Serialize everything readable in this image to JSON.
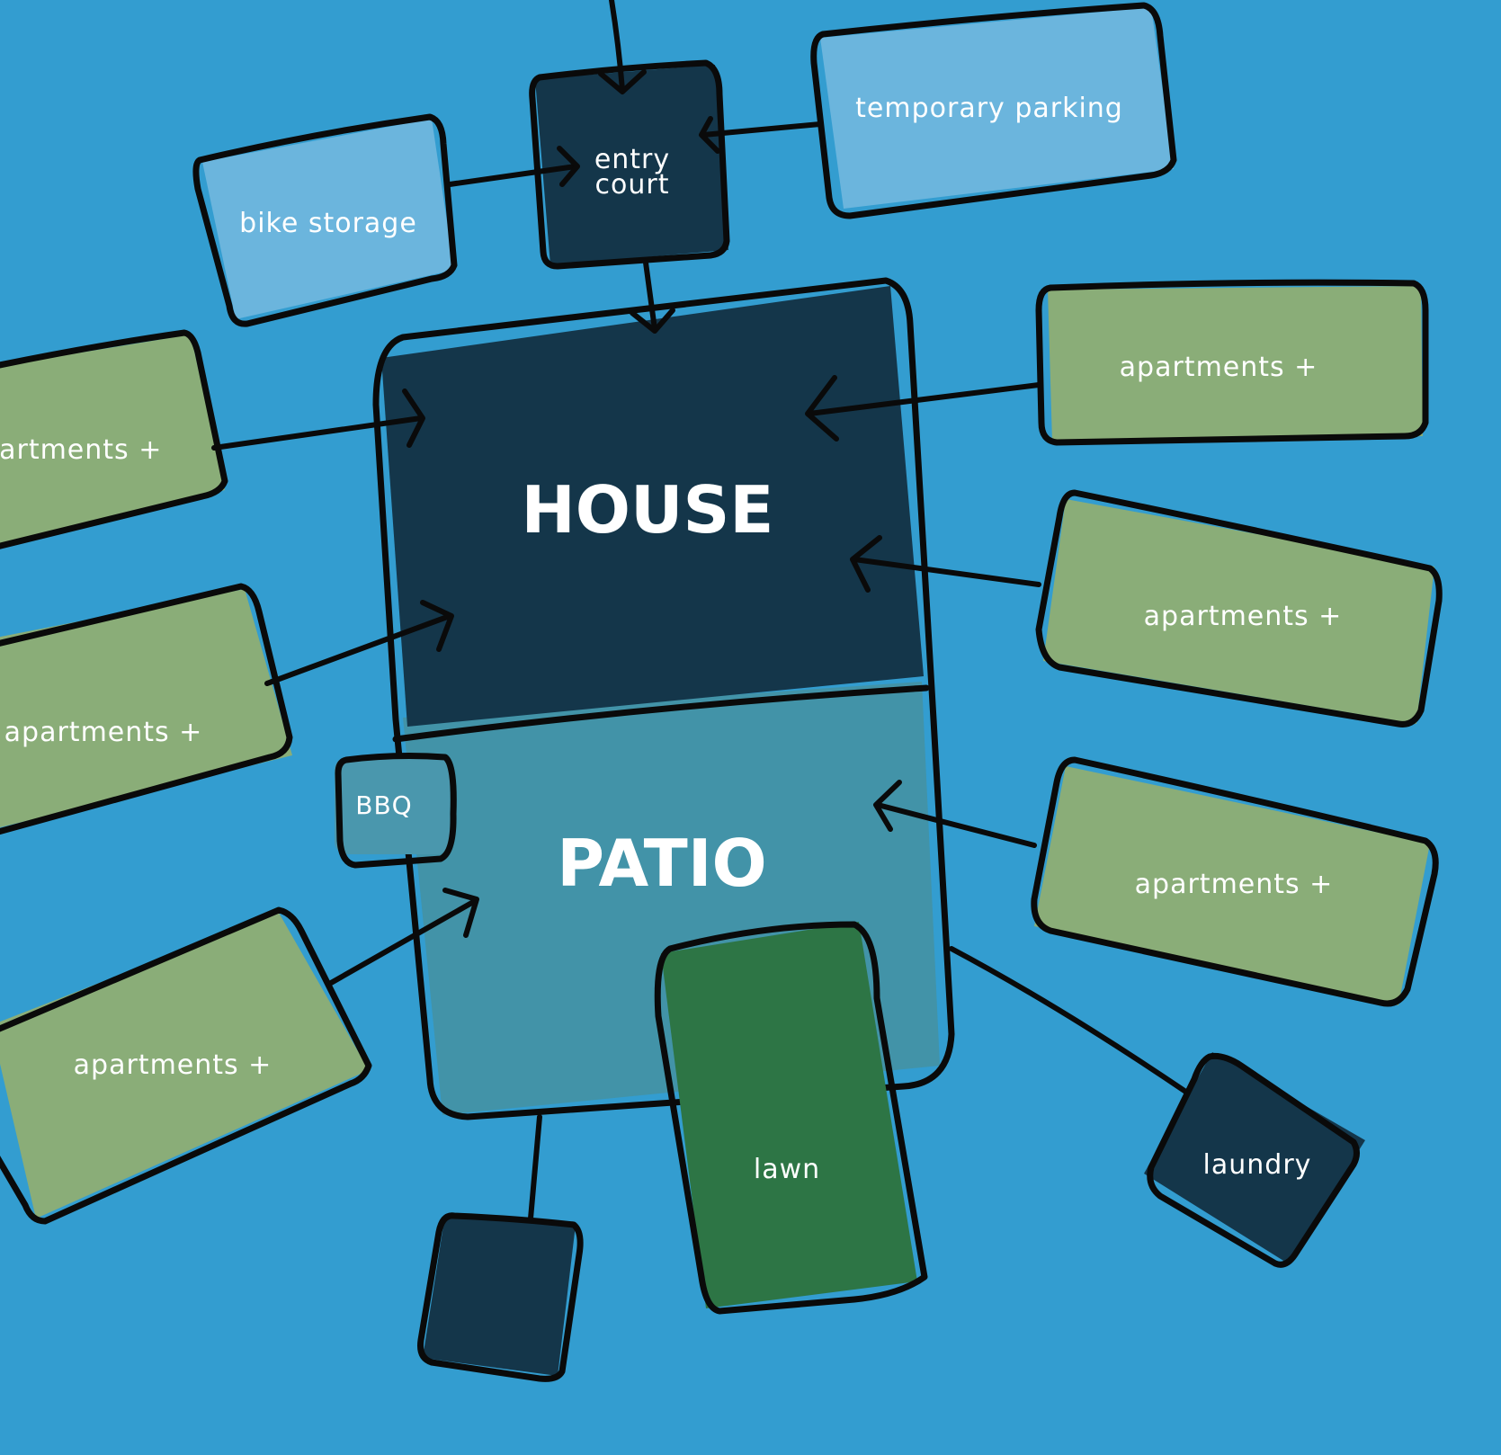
{
  "diagram": {
    "background_color": "#339dd0",
    "colors": {
      "dark_navy": "#14364a",
      "light_blue": "#6bb5dd",
      "olive_green": "#8aad78",
      "teal_patio": "#4293a8",
      "lawn_green": "#2d7545",
      "outline": "#0a0a0a"
    },
    "nodes": {
      "entry_court": {
        "label_line1": "entry",
        "label_line2": "court"
      },
      "temporary_parking": {
        "label": "temporary parking"
      },
      "bike_storage": {
        "label": "bike storage"
      },
      "house": {
        "label": "HOUSE"
      },
      "patio": {
        "label": "PATIO"
      },
      "bbq": {
        "label": "BBQ"
      },
      "lawn": {
        "label": "lawn"
      },
      "laundry": {
        "label": "laundry"
      },
      "apartments_left_1": {
        "label": "apartments +"
      },
      "apartments_left_2": {
        "label": "apartments +"
      },
      "apartments_left_3": {
        "label": "apartments +"
      },
      "apartments_right_1": {
        "label": "apartments +"
      },
      "apartments_right_2": {
        "label": "apartments +"
      },
      "apartments_right_3": {
        "label": "apartments +"
      },
      "unlabeled_square": {
        "label": ""
      }
    }
  }
}
